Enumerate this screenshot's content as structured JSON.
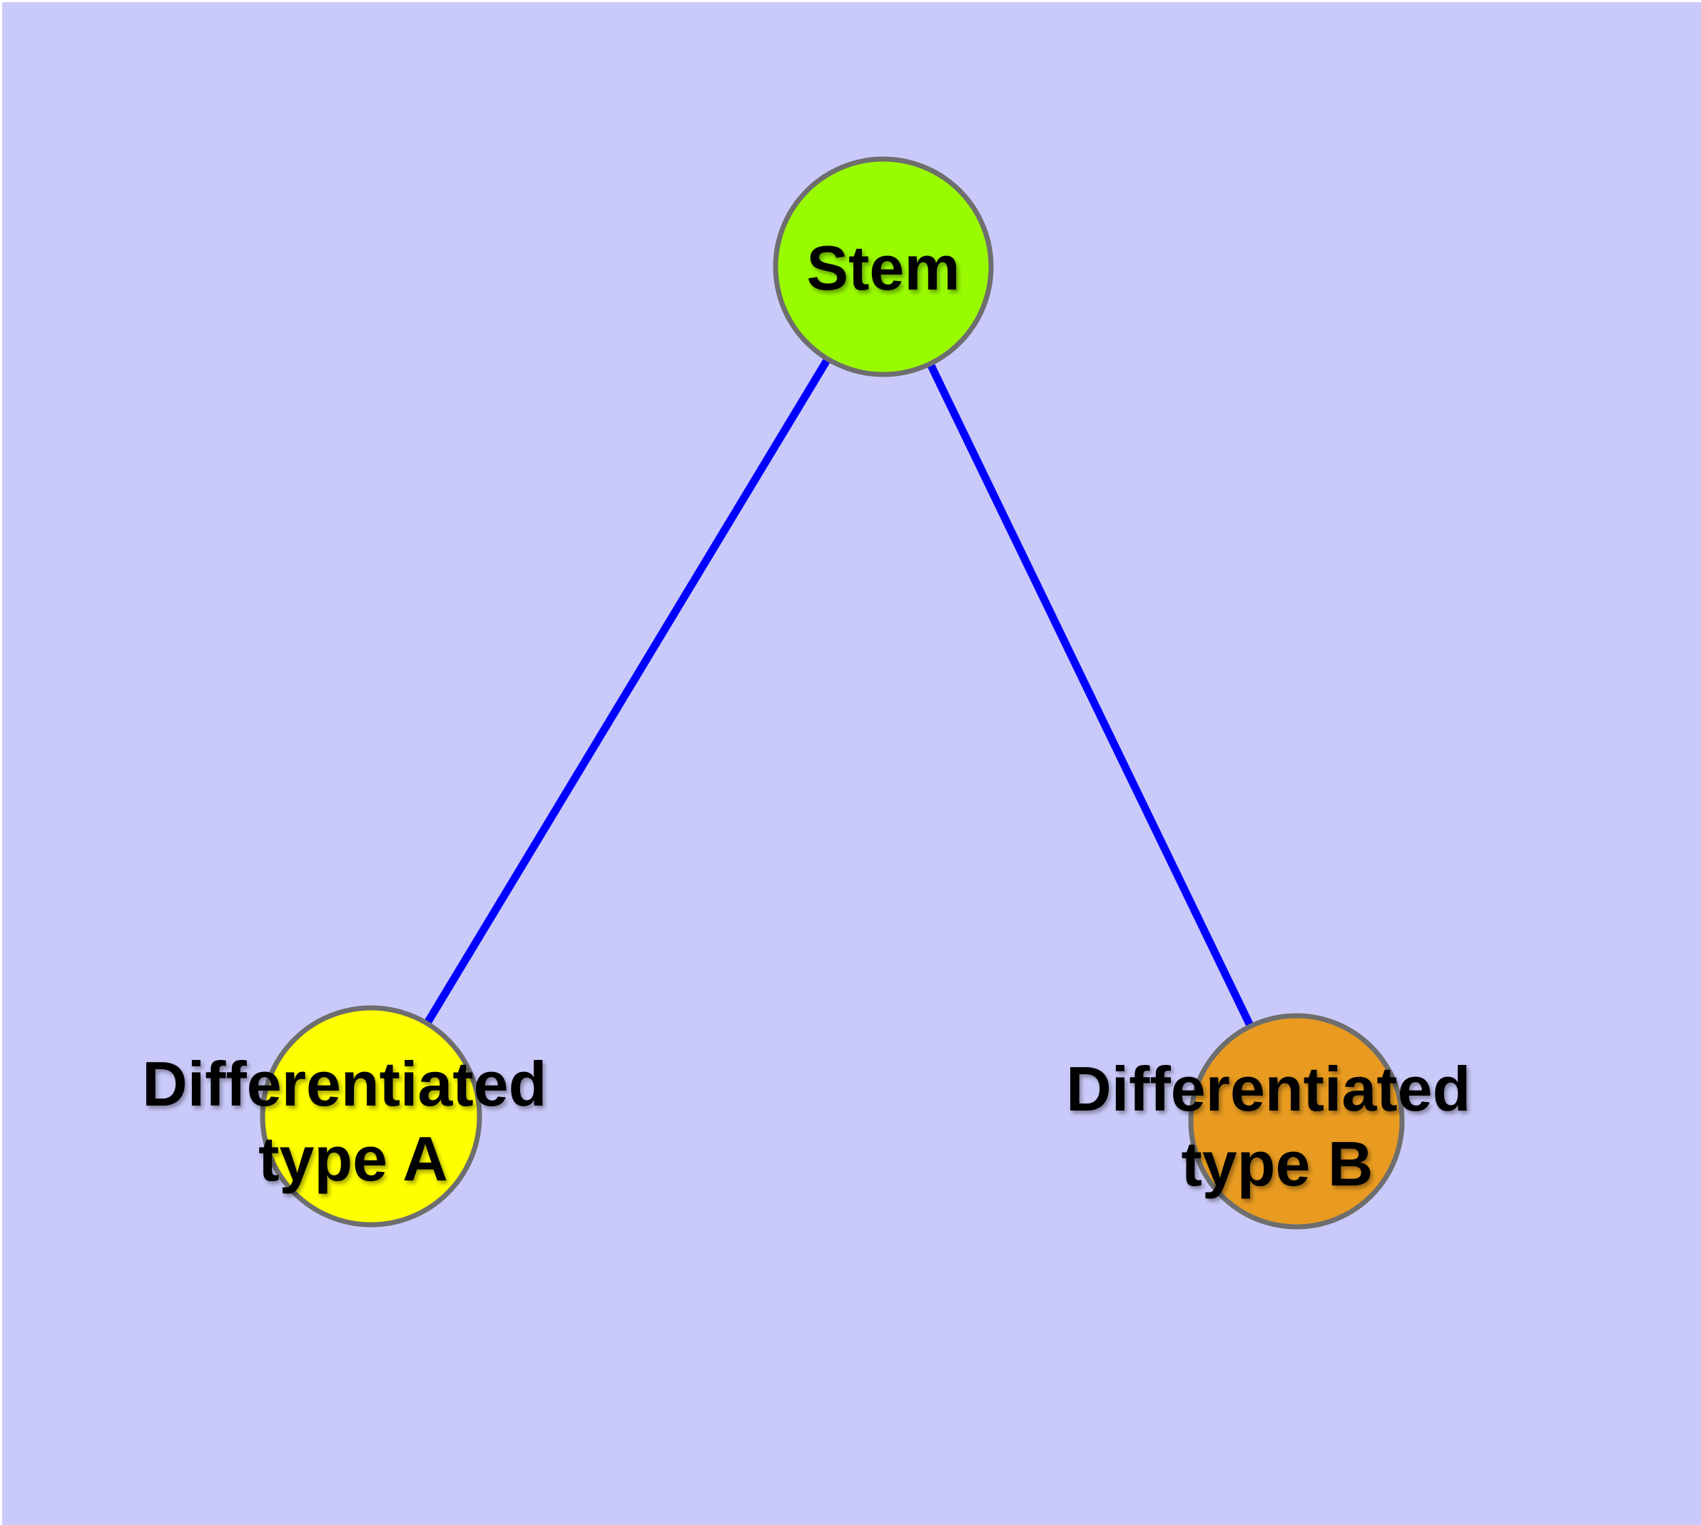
{
  "window": {
    "frame_color": "#FFFFFF"
  },
  "diagram": {
    "background_color": "#CACAFA",
    "edge_color": "#0000FF",
    "node_border_color": "#6E6E6E",
    "nodes": [
      {
        "id": "stem",
        "label": "Stem",
        "fill": "#99FB00"
      },
      {
        "id": "differentiated-type-a",
        "label": "Differentiated type A",
        "label_line1": "Differentiated",
        "label_line2": "type A",
        "fill": "#FFFF00"
      },
      {
        "id": "differentiated-type-b",
        "label": "Differentiated type B",
        "label_line1": "Differentiated",
        "label_line2": "type B",
        "fill": "#E89B20"
      }
    ],
    "edges": [
      {
        "from": "stem",
        "to": "differentiated-type-a"
      },
      {
        "from": "stem",
        "to": "differentiated-type-b"
      }
    ]
  }
}
